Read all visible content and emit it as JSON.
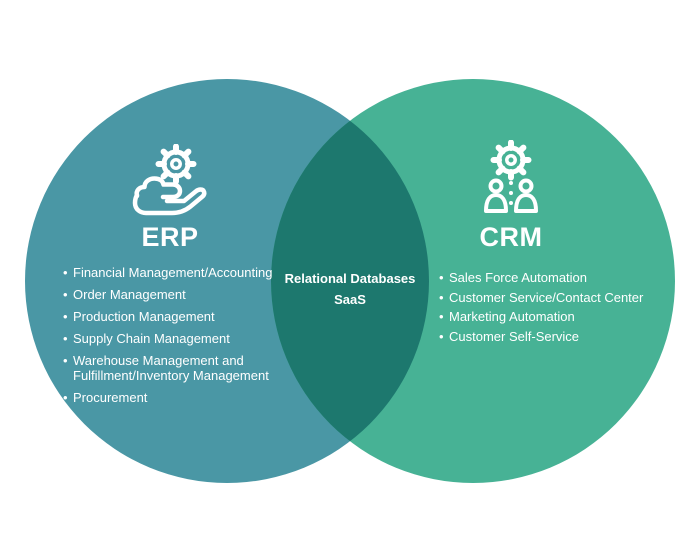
{
  "venn": {
    "background": "#ffffff",
    "text_color": "#ffffff",
    "left": {
      "title": "ERP",
      "icon": "gear-over-hand-icon",
      "color": "#4a97a5",
      "items": [
        "Financial Management/Accounting",
        "Order Management",
        "Production Management",
        "Supply Chain Management",
        "Warehouse Management and Fulfillment/Inventory Management",
        "Procurement"
      ]
    },
    "overlap": {
      "color": "#1d786e",
      "items": [
        "Relational Databases",
        "SaaS"
      ]
    },
    "right": {
      "title": "CRM",
      "icon": "gear-over-people-icon",
      "color": "#47b295",
      "items": [
        "Sales Force Automation",
        "Customer Service/Contact Center",
        "Marketing Automation",
        "Customer Self-Service"
      ]
    }
  }
}
